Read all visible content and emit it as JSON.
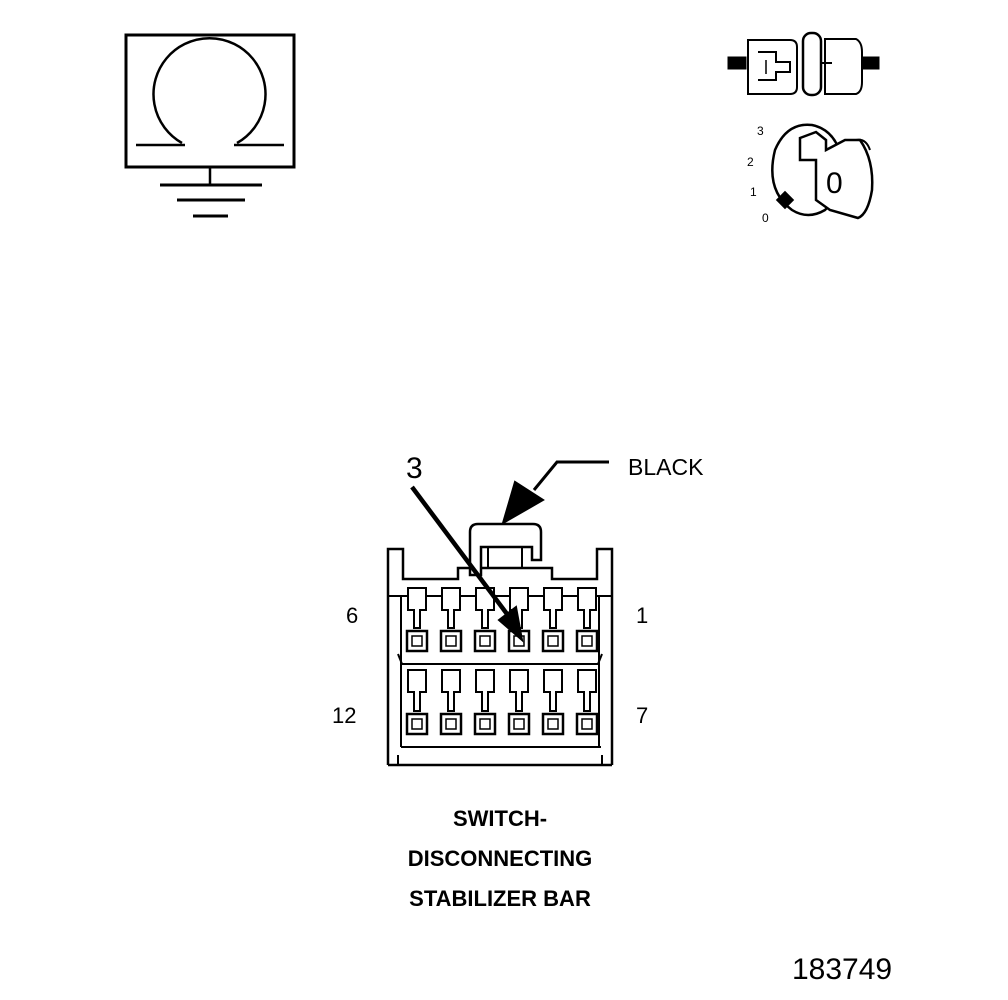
{
  "connector": {
    "wire_color": "BLACK",
    "callout_pin": "3",
    "pin_labels": {
      "top_left": "6",
      "top_right": "1",
      "bottom_left": "12",
      "bottom_right": "7"
    },
    "pin_count": 12,
    "title_lines": [
      "SWITCH-",
      "DISCONNECTING",
      "STABILIZER BAR"
    ]
  },
  "ignition_key": {
    "positions": [
      "3",
      "2",
      "1",
      "0"
    ],
    "key_value": "0"
  },
  "icons": {
    "ohmmeter": "ohmmeter-ground-icon",
    "connector": "disconnected-connector-icon",
    "ignition": "ignition-key-off-icon"
  },
  "figure_id": "183749"
}
